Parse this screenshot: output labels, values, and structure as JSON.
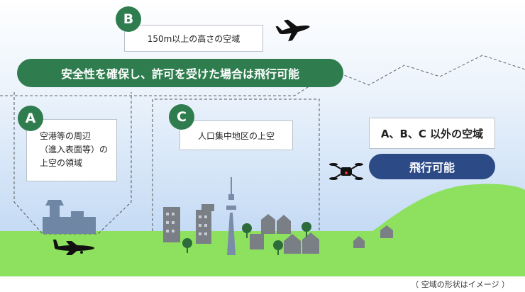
{
  "zone_b": {
    "marker": "B",
    "text": "150m以上の高さの空域"
  },
  "permission_banner": "安全性を確保し、許可を受けた場合は飛行可能",
  "zone_a": {
    "marker": "A",
    "line1": "空港等の周辺",
    "line2": "（進入表面等）の",
    "line3": "上空の領域"
  },
  "zone_c": {
    "marker": "C",
    "text": "人口集中地区の上空"
  },
  "outside_zone": {
    "title": "A、B、C 以外の空域",
    "status": "飛行可能"
  },
  "footnote": "（ 空域の形状はイメージ ）",
  "colors": {
    "sky_top": "#ffffff",
    "sky_bottom": "#bcd5f2",
    "ground": "#8ee05f",
    "hill": "#8ee05f",
    "green_badge": "#2f7d4e",
    "navy_pill": "#2b4a86",
    "building": "#7a7f86"
  },
  "icons": [
    "airplane-icon",
    "drone-icon",
    "control-tower-icon",
    "sky-tower-icon"
  ]
}
